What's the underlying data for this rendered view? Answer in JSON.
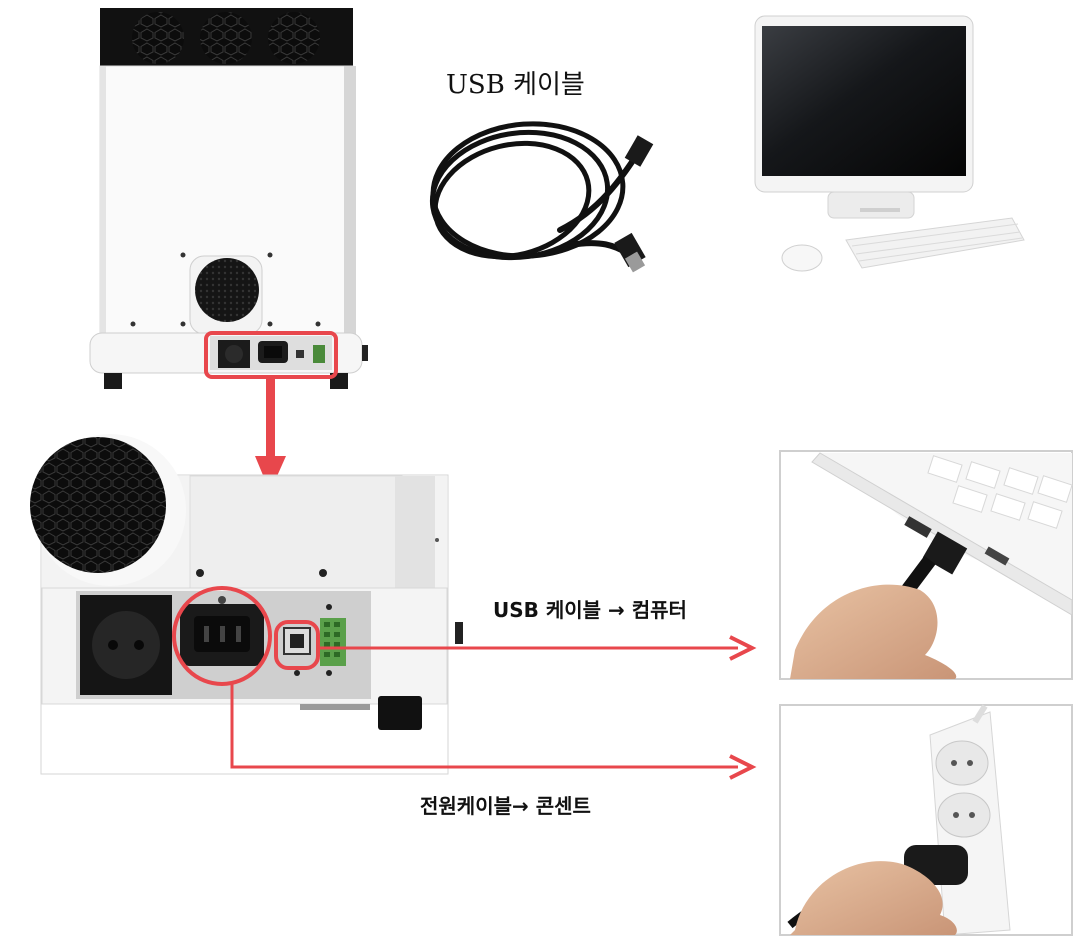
{
  "labels": {
    "usb_cable_title": "USB 케이블",
    "usb_to_computer": "USB 케이블 → 컴퓨터",
    "power_to_outlet": "전원케이블→ 콘센트"
  },
  "colors": {
    "highlight": "#e8474c",
    "device_body": "#f5f5f5",
    "dark": "#1a1a1a"
  }
}
